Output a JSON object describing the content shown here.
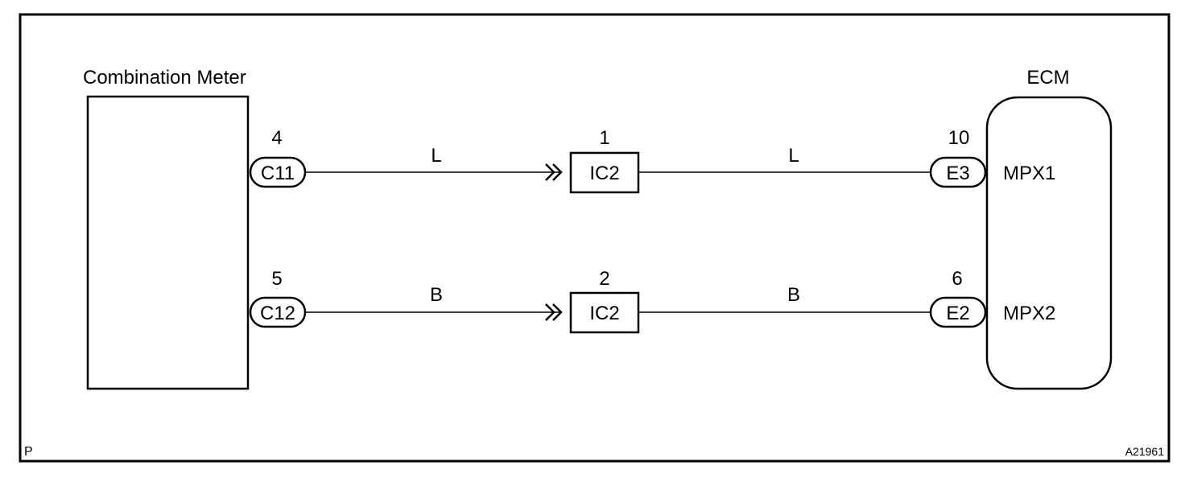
{
  "corner_label": "P",
  "figure_id": "A21961",
  "left_component": {
    "name": "Combination Meter"
  },
  "right_component": {
    "name": "ECM"
  },
  "circuits": [
    {
      "left_pin": "4",
      "left_connector": "C11",
      "wire_left": "L",
      "junction_pin": "1",
      "junction_connector": "IC2",
      "wire_right": "L",
      "right_pin": "10",
      "right_connector": "E3",
      "terminal": "MPX1"
    },
    {
      "left_pin": "5",
      "left_connector": "C12",
      "wire_left": "B",
      "junction_pin": "2",
      "junction_connector": "IC2",
      "wire_right": "B",
      "right_pin": "6",
      "right_connector": "E2",
      "terminal": "MPX2"
    }
  ]
}
